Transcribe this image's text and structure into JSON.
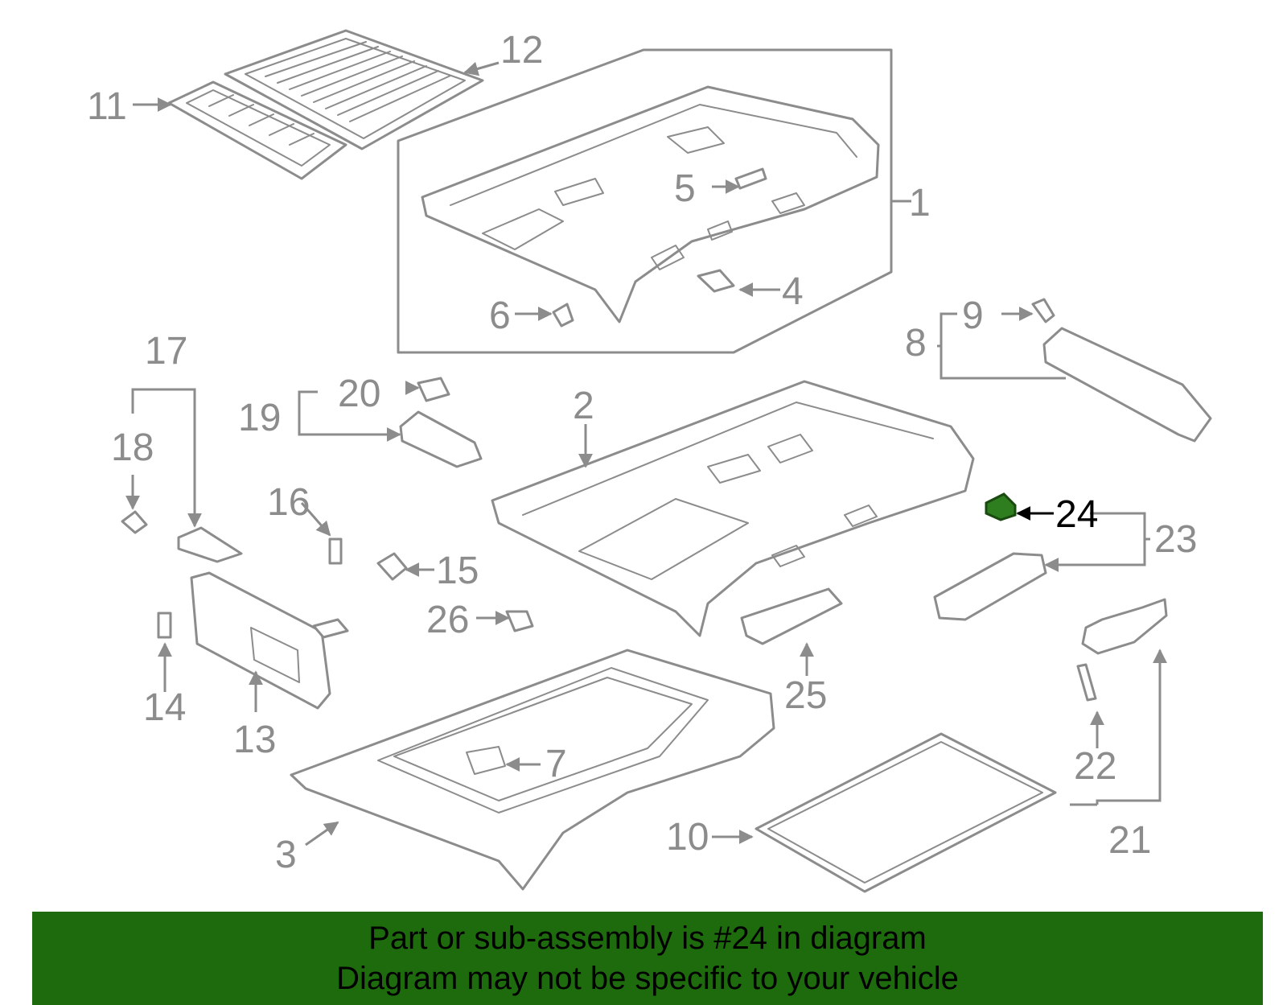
{
  "colors": {
    "line": "#8c8c8c",
    "highlight_part": "#2e7d1f",
    "highlight_text": "#000000",
    "banner_bg": "#1e6b0e",
    "banner_text": "#000000"
  },
  "callouts": {
    "c1": "1",
    "c2": "2",
    "c3": "3",
    "c4": "4",
    "c5": "5",
    "c6": "6",
    "c7": "7",
    "c8": "8",
    "c9": "9",
    "c10": "10",
    "c11": "11",
    "c12": "12",
    "c13": "13",
    "c14": "14",
    "c15": "15",
    "c16": "16",
    "c17": "17",
    "c18": "18",
    "c19": "19",
    "c20": "20",
    "c21": "21",
    "c22": "22",
    "c23": "23",
    "c24": "24",
    "c25": "25",
    "c26": "26"
  },
  "highlighted_part": "24",
  "footer": {
    "line1": "Part or sub-assembly is #24 in diagram",
    "line2": "Diagram may not be specific to your vehicle"
  }
}
